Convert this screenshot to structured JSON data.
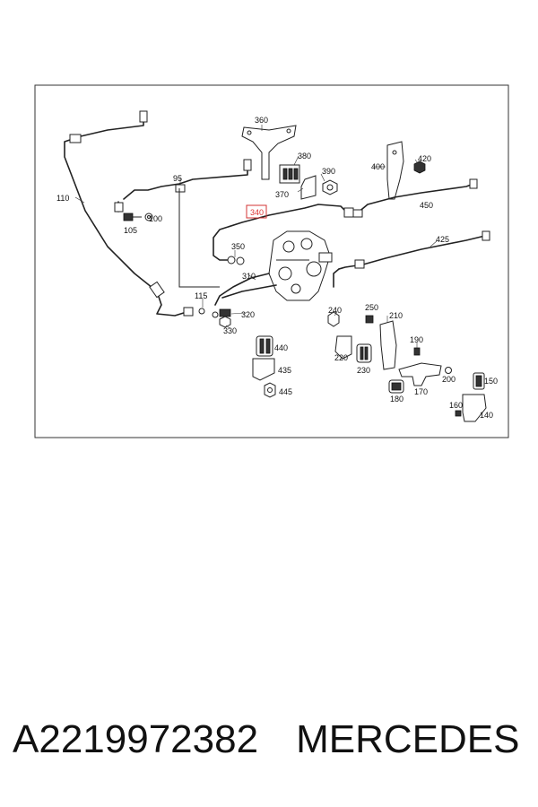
{
  "diagram": {
    "highlight_color": "#d33333",
    "callouts": [
      {
        "id": "360",
        "label": "360"
      },
      {
        "id": "95",
        "label": "95"
      },
      {
        "id": "110",
        "label": "110"
      },
      {
        "id": "380",
        "label": "380"
      },
      {
        "id": "390",
        "label": "390"
      },
      {
        "id": "370",
        "label": "370"
      },
      {
        "id": "400",
        "label": "400"
      },
      {
        "id": "420",
        "label": "420"
      },
      {
        "id": "450",
        "label": "450"
      },
      {
        "id": "100",
        "label": "100"
      },
      {
        "id": "105",
        "label": "105"
      },
      {
        "id": "340",
        "label": "340",
        "highlighted": true
      },
      {
        "id": "425",
        "label": "425"
      },
      {
        "id": "350",
        "label": "350"
      },
      {
        "id": "310",
        "label": "310"
      },
      {
        "id": "115",
        "label": "115"
      },
      {
        "id": "320",
        "label": "320"
      },
      {
        "id": "330",
        "label": "330"
      },
      {
        "id": "240",
        "label": "240"
      },
      {
        "id": "250",
        "label": "250"
      },
      {
        "id": "210",
        "label": "210"
      },
      {
        "id": "440",
        "label": "440"
      },
      {
        "id": "435",
        "label": "435"
      },
      {
        "id": "445",
        "label": "445"
      },
      {
        "id": "220",
        "label": "220"
      },
      {
        "id": "230",
        "label": "230"
      },
      {
        "id": "190",
        "label": "190"
      },
      {
        "id": "200",
        "label": "200"
      },
      {
        "id": "150",
        "label": "150"
      },
      {
        "id": "170",
        "label": "170"
      },
      {
        "id": "180",
        "label": "180"
      },
      {
        "id": "160",
        "label": "160"
      },
      {
        "id": "140",
        "label": "140"
      }
    ]
  },
  "caption": {
    "part_number": "A2219972382",
    "brand": "MERCEDES"
  }
}
